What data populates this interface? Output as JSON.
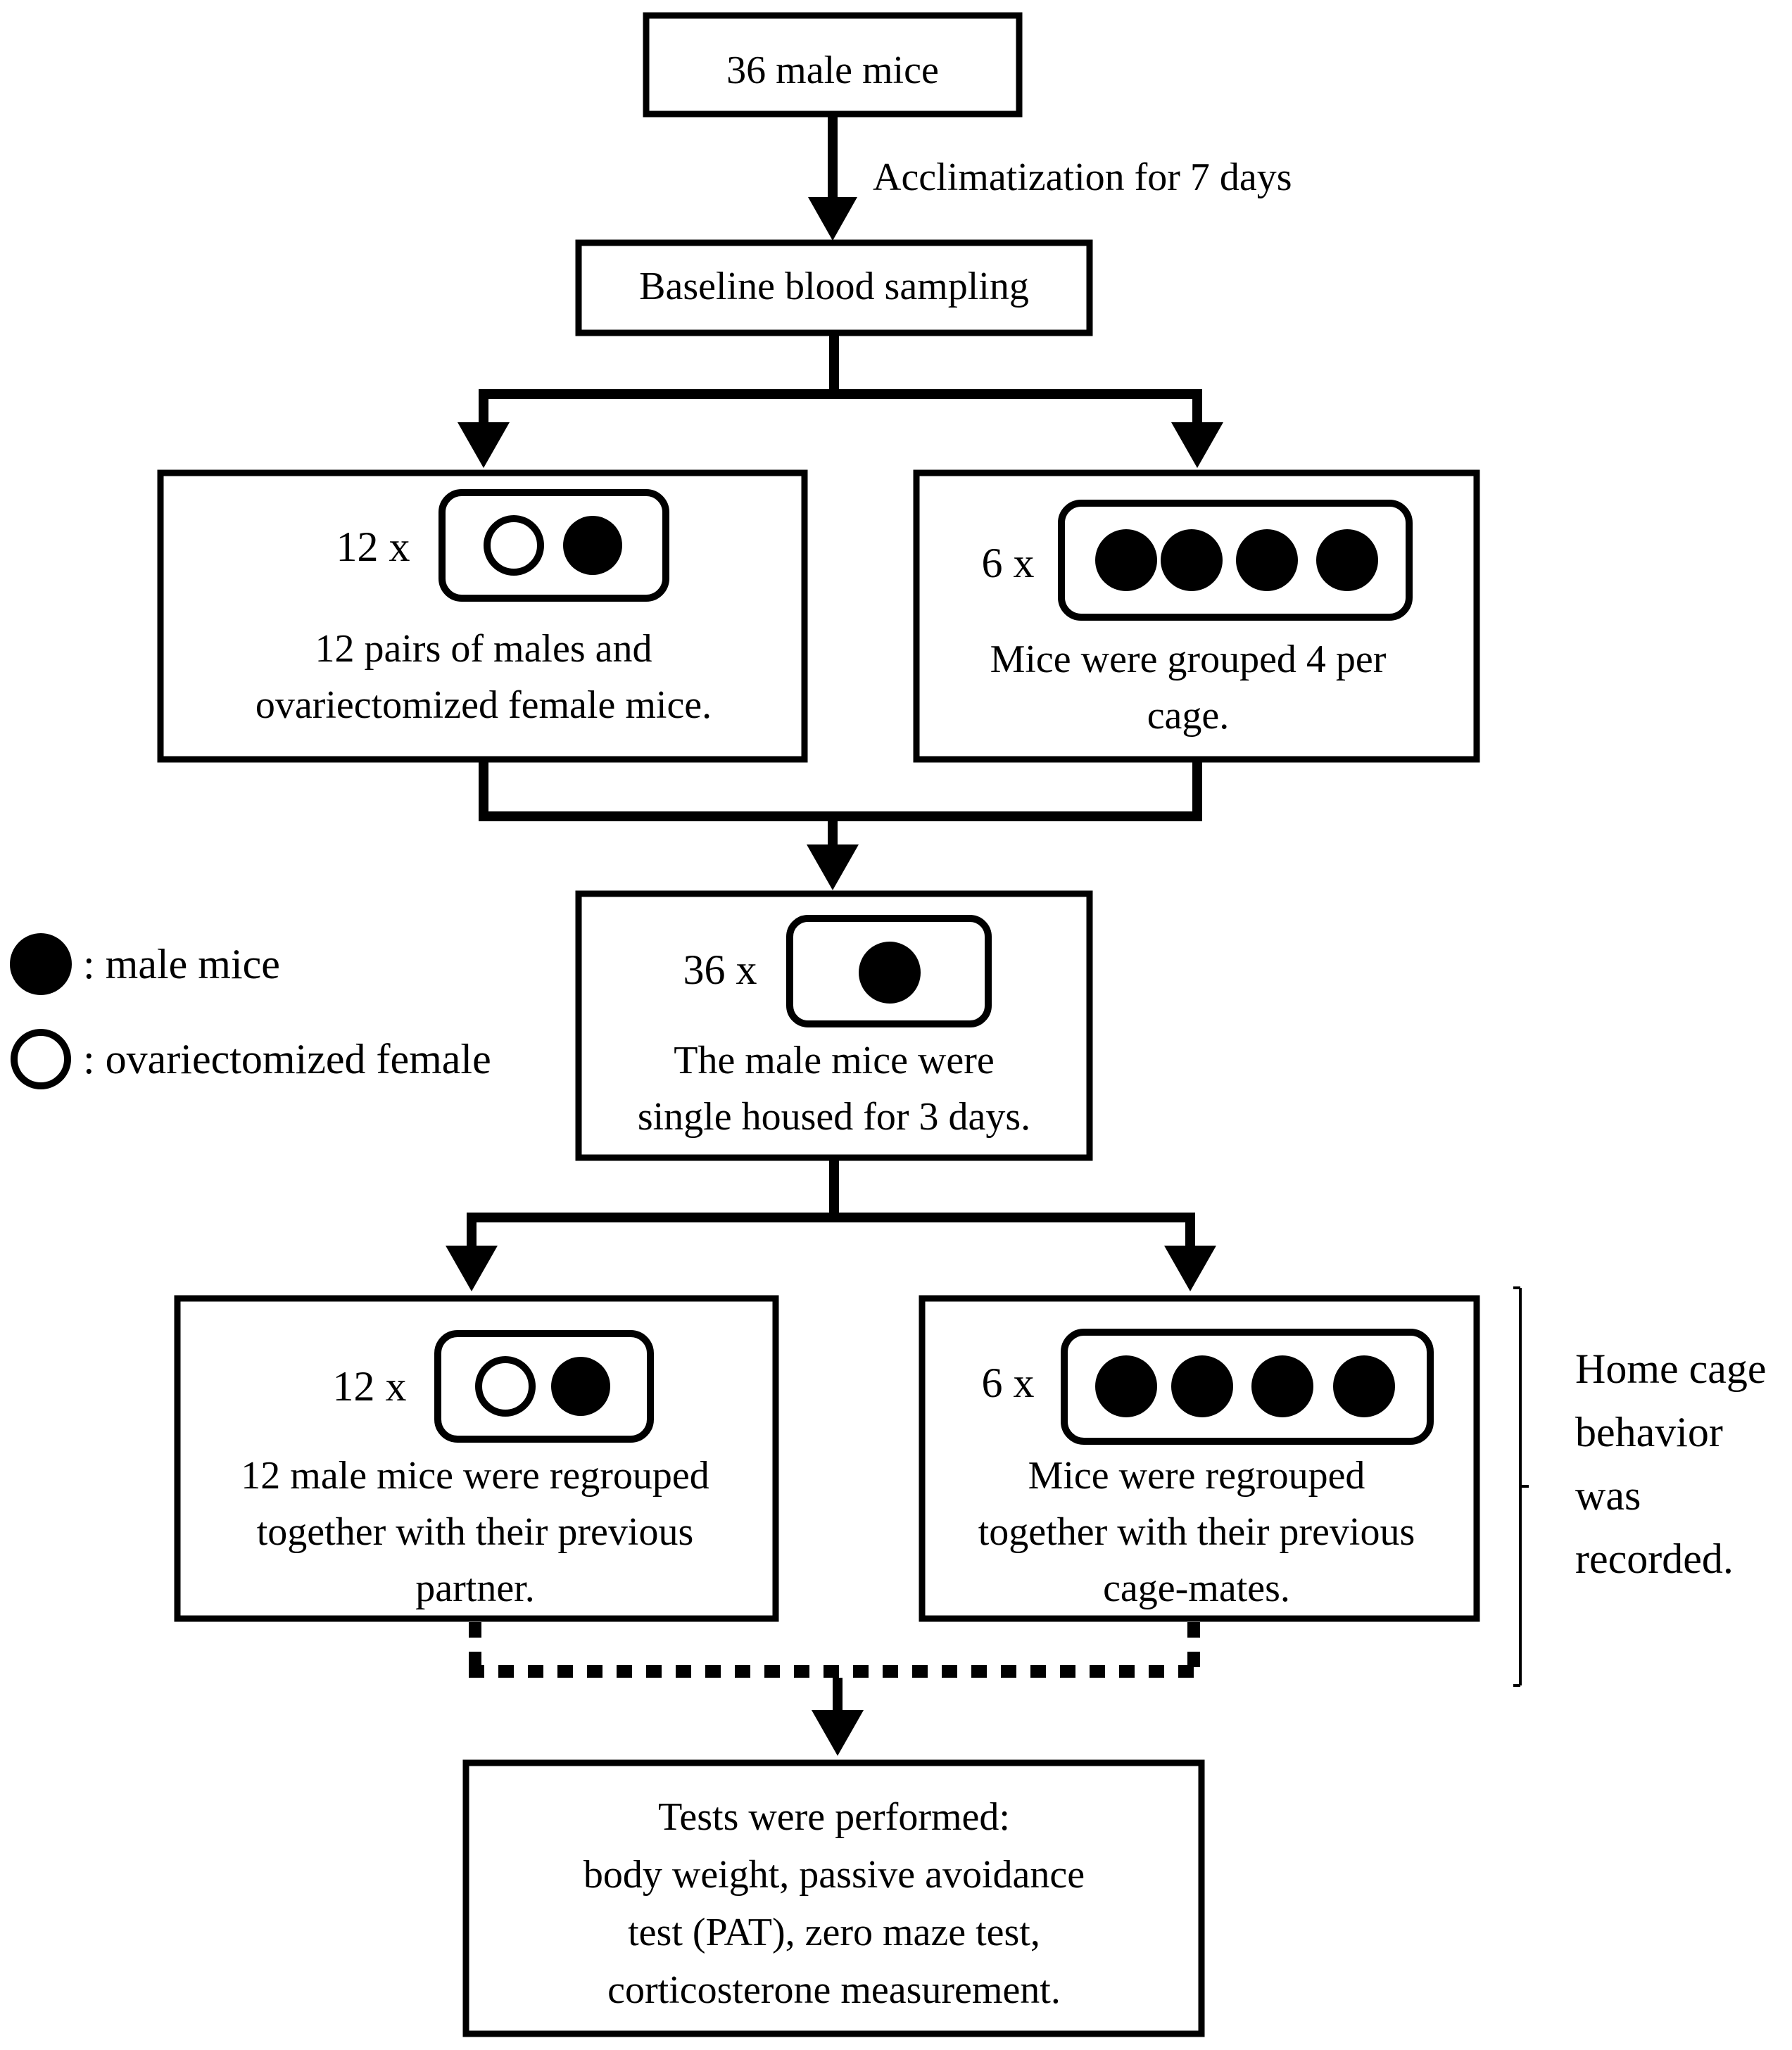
{
  "nodes": {
    "start": {
      "text": "36 male mice"
    },
    "acclimatization": {
      "text": "Acclimatization for 7 days"
    },
    "baseline": {
      "text": "Baseline blood sampling"
    },
    "pairs": {
      "count": "12 x",
      "lines": [
        "12 pairs of males and",
        "ovariectomized female mice."
      ]
    },
    "groups": {
      "count": "6 x",
      "lines": [
        "Mice were grouped 4 per",
        "cage."
      ]
    },
    "single": {
      "count": "36 x",
      "lines": [
        "The male mice were",
        "single housed for 3 days."
      ]
    },
    "regroup_pairs": {
      "count": "12 x",
      "lines": [
        "12 male mice were regrouped",
        "together with their previous",
        "partner."
      ]
    },
    "regroup_groups": {
      "count": "6 x",
      "lines": [
        "Mice were regrouped",
        "together with their previous",
        "cage-mates."
      ]
    },
    "tests": {
      "lines": [
        "Tests were performed:",
        "body weight, passive avoidance",
        "test (PAT), zero maze test,",
        "corticosterone measurement."
      ]
    }
  },
  "legend": {
    "male": ": male mice",
    "female": ":  ovariectomized  female"
  },
  "side_note": {
    "lines": [
      "Home cage",
      "behavior",
      "was",
      "recorded."
    ]
  },
  "colors": {
    "ink": "#000000",
    "background": "#ffffff"
  }
}
